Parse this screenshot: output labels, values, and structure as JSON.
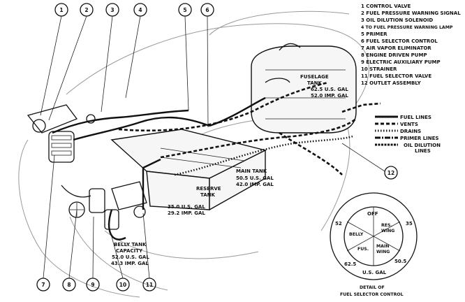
{
  "legend_list": [
    "1  CONTROL VALVE",
    "2  FUEL PRESSURE WARNING SIGNAL",
    "3  OIL DILUTION SOLENOID",
    "4  TO FUEL PRESSURE WARNING LAMP",
    "5  PRIMER",
    "6  FUEL SELECTOR CONTROL",
    "7  AIR VAPOR ELIMINATOR",
    "8  ENGINE DRIVEN PUMP",
    "9  ELECTRIC AUXILIARY PUMP",
    "10 STRAINER",
    "11 FUEL SELECTOR VALVE",
    "12 OUTLET ASSEMBLY"
  ],
  "line_legend": {
    "fuel": "FUEL LINES",
    "vents": "VENTS",
    "drains": "DRAINS",
    "primer": "PRIMER LINES",
    "oil_line1": "OIL DILUTION",
    "oil_line2": "LINES"
  },
  "callouts": [
    "1",
    "2",
    "3",
    "4",
    "5",
    "6",
    "7",
    "8",
    "9",
    "10",
    "11",
    "12"
  ],
  "fuselage_tank": {
    "line1": "FUSELAGE",
    "line2": "TANK",
    "line3": "62.5 U.S. GAL",
    "line4": "52.0 IMP. GAL"
  },
  "main_tank": {
    "line1": "MAIN TANK",
    "line2": "50.5 U.S. GAL",
    "line3": "42.0 IMP. GAL"
  },
  "reserve_tank": {
    "line1": "RESERVE",
    "line2": "TANK",
    "line3": "35.0 U.S. GAL",
    "line4": "29.2 IMP. GAL"
  },
  "belly_tank": {
    "line1": "BELLY TANK",
    "line2": "CAPACITY",
    "line3": "52.0 U.S. GAL",
    "line4": "43.3 IMP. GAL"
  },
  "selector_dial": {
    "off": "OFF",
    "res_wing_1": "RES.",
    "res_wing_2": "WING",
    "main_wing_1": "MAIN",
    "main_wing_2": "WING",
    "fus": "FUS.",
    "belly": "BELLY",
    "n52": "52",
    "n35": "35",
    "n62_5": "62.5",
    "n50_5": "50.5",
    "unit": "U.S. GAL"
  },
  "detail_caption": {
    "line1": "DETAIL OF",
    "line2": "FUEL SELECTOR CONTROL"
  }
}
